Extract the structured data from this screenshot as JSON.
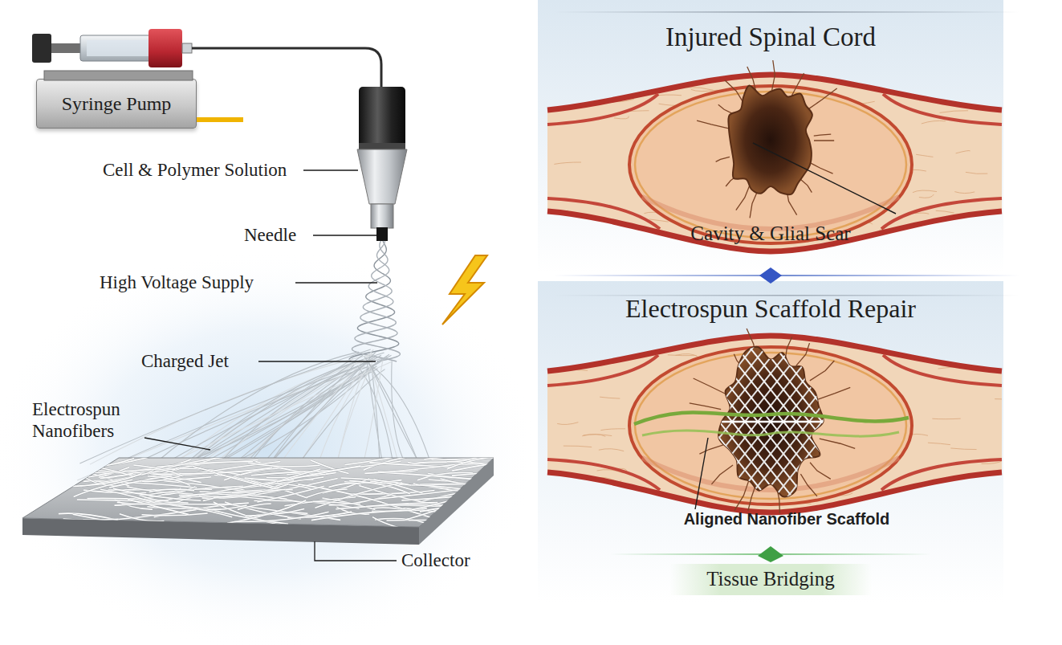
{
  "diagram": {
    "nodes": [
      {
        "text": [
          "Syringe Pump"
        ]
      },
      {
        "text": [
          "Injured Spinal Cord",
          "Cavity & Glial Scar"
        ]
      },
      {
        "text": [
          "Electrospun Scaffold Repair",
          "Aligned Nanofiber Scaffold",
          "Tissue Bridging"
        ]
      }
    ],
    "labels": [
      "Cell & Polymer Solution",
      "Needle",
      "High Voltage Supply",
      "Charged Jet",
      "Electrospun Nanofibers",
      "Collector"
    ]
  }
}
